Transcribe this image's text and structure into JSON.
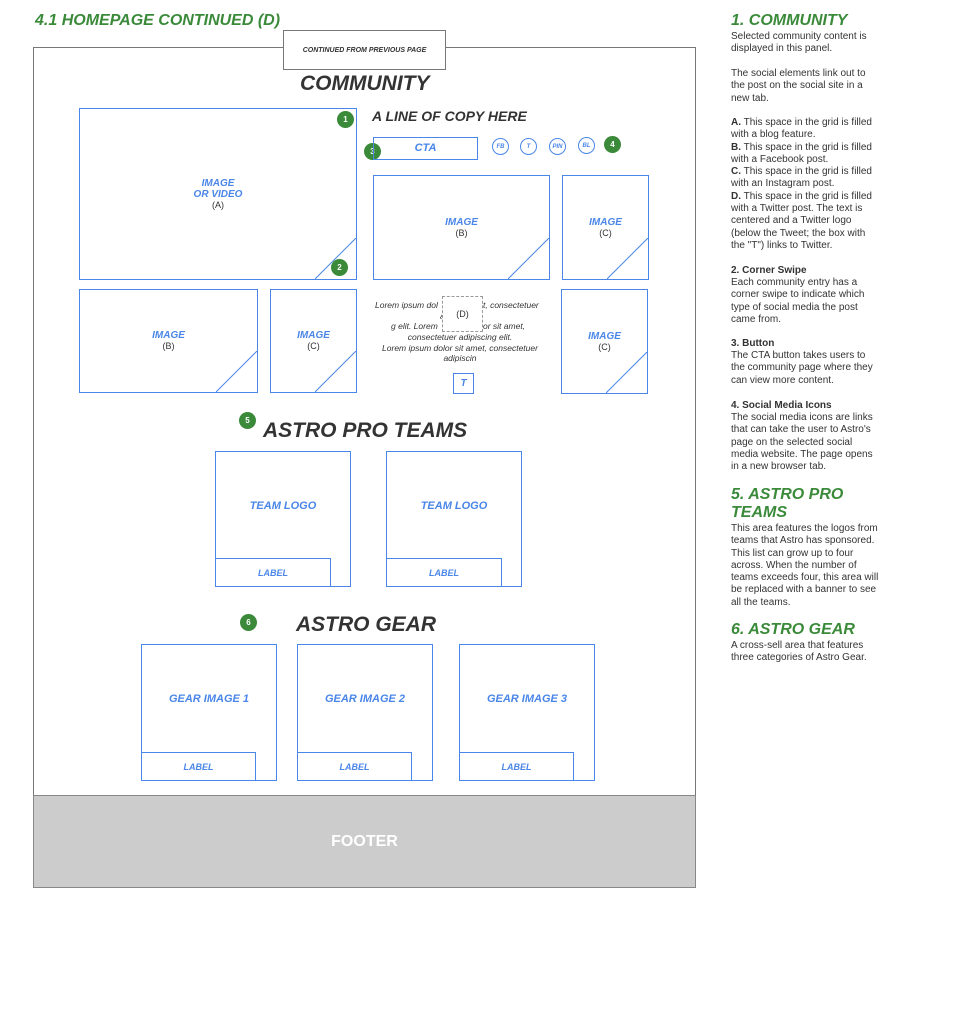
{
  "page_title": "4.1 HOMEPAGE CONTINUED (D)",
  "continued_tab": "CONTINUED FROM PREVIOUS PAGE",
  "community": {
    "heading": "COMMUNITY",
    "copy_line": "A LINE OF COPY HERE",
    "cta": "CTA",
    "social": [
      "FB",
      "T",
      "PIN",
      "BL"
    ],
    "badges": [
      "1",
      "2",
      "3",
      "4"
    ],
    "image_a_line1": "IMAGE",
    "image_a_line2": "OR VIDEO",
    "image_a_letter": "(A)",
    "image_label": "IMAGE",
    "letter_b": "(B)",
    "letter_c": "(C)",
    "letter_d": "(D)",
    "lorem_1a": "Lorem ipsum dol",
    "lorem_1b": "t, consectetuer",
    "lorem_1c": "a",
    "lorem_2a": "g elit. Lorem",
    "lorem_2b": "or sit amet,",
    "lorem_3": "consectetuer adipiscing elit.",
    "lorem_4": "Lorem ipsum dolor sit amet, consectetuer",
    "lorem_5": "adipiscin",
    "twitter_t": "T"
  },
  "pro_teams": {
    "badge": "5",
    "heading": "ASTRO PRO TEAMS",
    "logo": "TEAM LOGO",
    "label": "LABEL"
  },
  "gear": {
    "badge": "6",
    "heading": "ASTRO GEAR",
    "items": [
      "GEAR IMAGE 1",
      "GEAR IMAGE 2",
      "GEAR IMAGE 3"
    ],
    "label": "LABEL"
  },
  "footer": "FOOTER",
  "notes": {
    "n1_title": "1. COMMUNITY",
    "n1_p1": "Selected community content is displayed in this panel.",
    "n1_p2": "The social elements link out to the post on the social site in a new tab.",
    "n1_a_key": "A.",
    "n1_a": " This space in the grid is filled with a blog feature.",
    "n1_b_key": "B.",
    "n1_b": " This space in the grid is filled with a Facebook post.",
    "n1_c_key": "C.",
    "n1_c": " This space in the grid is filled with an Instagram post.",
    "n1_d_key": "D.",
    "n1_d": " This space in the grid is filled with a Twitter post. The text is centered and a Twitter logo (below the Tweet; the box with the \"T\") links to Twitter.",
    "n2_title": "2.  Corner Swipe",
    "n2": "Each community entry has a corner swipe to indicate which type of social media the post came from.",
    "n3_title": "3. Button",
    "n3": "The CTA button takes users to the community page where they can view more content.",
    "n4_title": "4. Social Media Icons",
    "n4": "The social media icons are links that can take the user to Astro's page on the selected social media website. The page opens in a new browser tab.",
    "n5_title": "5. ASTRO PRO TEAMS",
    "n5": "This area features the logos from teams that Astro has sponsored. This list can grow up to four across. When the number of teams exceeds four, this area will be replaced with a banner to see all the teams.",
    "n6_title": "6. ASTRO GEAR",
    "n6": "A cross-sell area that features three categories of Astro Gear."
  }
}
